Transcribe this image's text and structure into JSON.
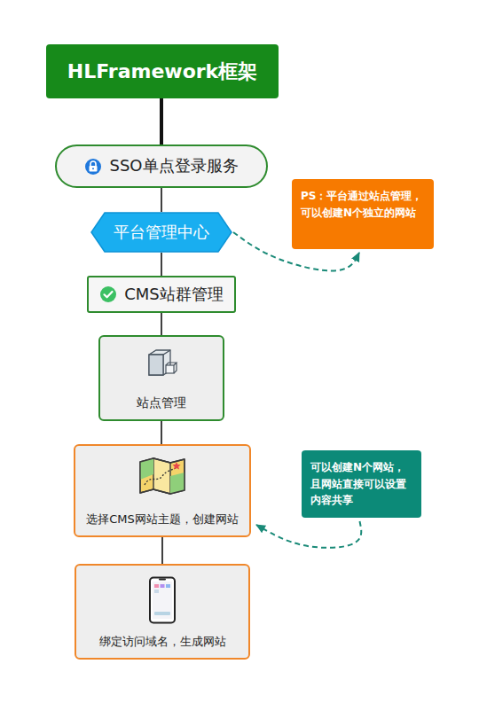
{
  "diagram": {
    "nodes": [
      {
        "text": [
          "HLFramework框架"
        ]
      },
      {
        "text": [
          "SSO单点登录服务"
        ]
      },
      {
        "text": [
          "平台管理中心"
        ]
      },
      {
        "text": [
          "CMS站群管理"
        ]
      },
      {
        "text": [
          "站点管理"
        ]
      },
      {
        "text": [
          "选择CMS网站主题，创建网站"
        ]
      },
      {
        "text": [
          "绑定访问域名，生成网站"
        ]
      },
      {
        "text": [
          "PS：平台通过站点管理，可以创建N个独立的网站"
        ]
      },
      {
        "text": [
          "可以创建N个网站，且网站直接可以设置内容共享"
        ]
      }
    ],
    "edges": [
      {
        "from": 0,
        "to": 1,
        "arrow": "none"
      },
      {
        "from": 1,
        "to": 2,
        "arrow": "none"
      },
      {
        "from": 2,
        "to": 3,
        "arrow": "none"
      },
      {
        "from": 3,
        "to": 4,
        "arrow": "none"
      },
      {
        "from": 4,
        "to": 5,
        "arrow": "none"
      },
      {
        "from": 5,
        "to": 6,
        "arrow": "none"
      },
      {
        "from": 2,
        "to": 7,
        "arrow": "to"
      },
      {
        "from": 8,
        "to": 5,
        "arrow": "to"
      }
    ]
  }
}
